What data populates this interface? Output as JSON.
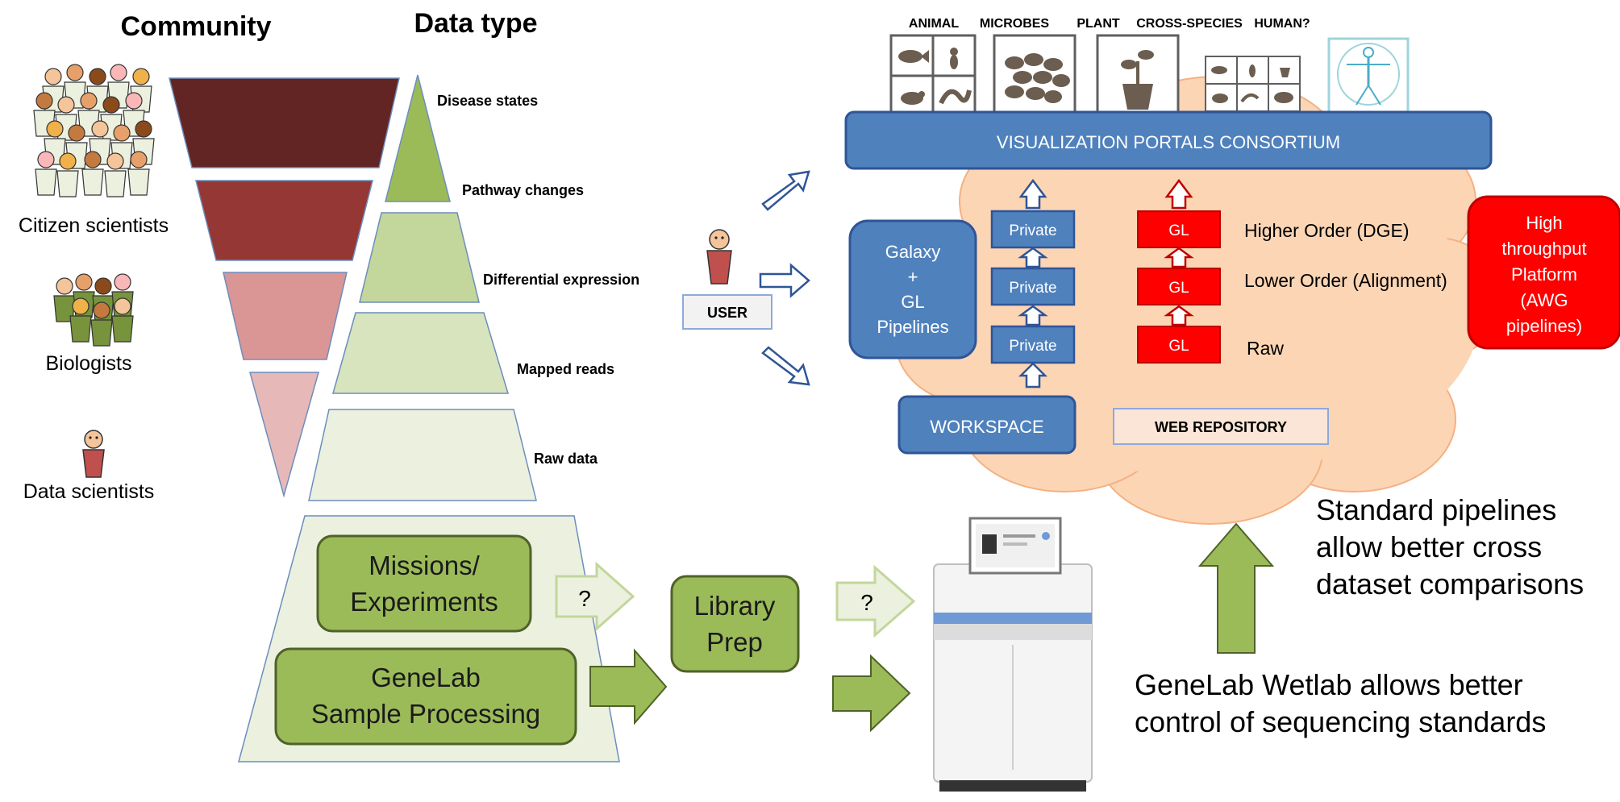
{
  "headers": {
    "community": "Community",
    "data_type": "Data type"
  },
  "communities": [
    "Citizen scientists",
    "Biologists",
    "Data scientists"
  ],
  "data_levels": [
    "Disease states",
    "Pathway changes",
    "Differential expression",
    "Mapped reads",
    "Raw data"
  ],
  "user_label": "USER",
  "categories": [
    "ANIMAL",
    "MICROBES",
    "PLANT",
    "CROSS-SPECIES",
    "HUMAN?"
  ],
  "consortium": "VISUALIZATION PORTALS CONSORTIUM",
  "galaxy": [
    "Galaxy",
    "+",
    "GL",
    "Pipelines"
  ],
  "private_label": "Private",
  "gl_label": "GL",
  "orders": [
    "Higher Order (DGE)",
    "Lower Order (Alignment)",
    "Raw"
  ],
  "high_throughput": [
    "High",
    "throughput",
    "Platform",
    "(AWG",
    "pipelines)"
  ],
  "workspace": "WORKSPACE",
  "web_repository": "WEB REPOSITORY",
  "missions": [
    "Missions/",
    "Experiments"
  ],
  "genelab_processing": [
    "GeneLab",
    "Sample Processing"
  ],
  "library_prep": [
    "Library",
    "Prep"
  ],
  "question_mark": "?",
  "standard_pipelines": [
    "Standard pipelines",
    "allow better cross",
    "dataset comparisons"
  ],
  "wetlab_note": [
    "GeneLab Wetlab allows better",
    "control of sequencing standards"
  ],
  "colors": {
    "blue": "#4f81bd",
    "blue_dark": "#2f5597",
    "red": "#ff0000",
    "green": "#9bbb59",
    "green_dark": "#4f6228",
    "cloud": "#fcd5b4",
    "cloud_edge": "#f4b183",
    "funnel_light": "#ebf1de"
  }
}
